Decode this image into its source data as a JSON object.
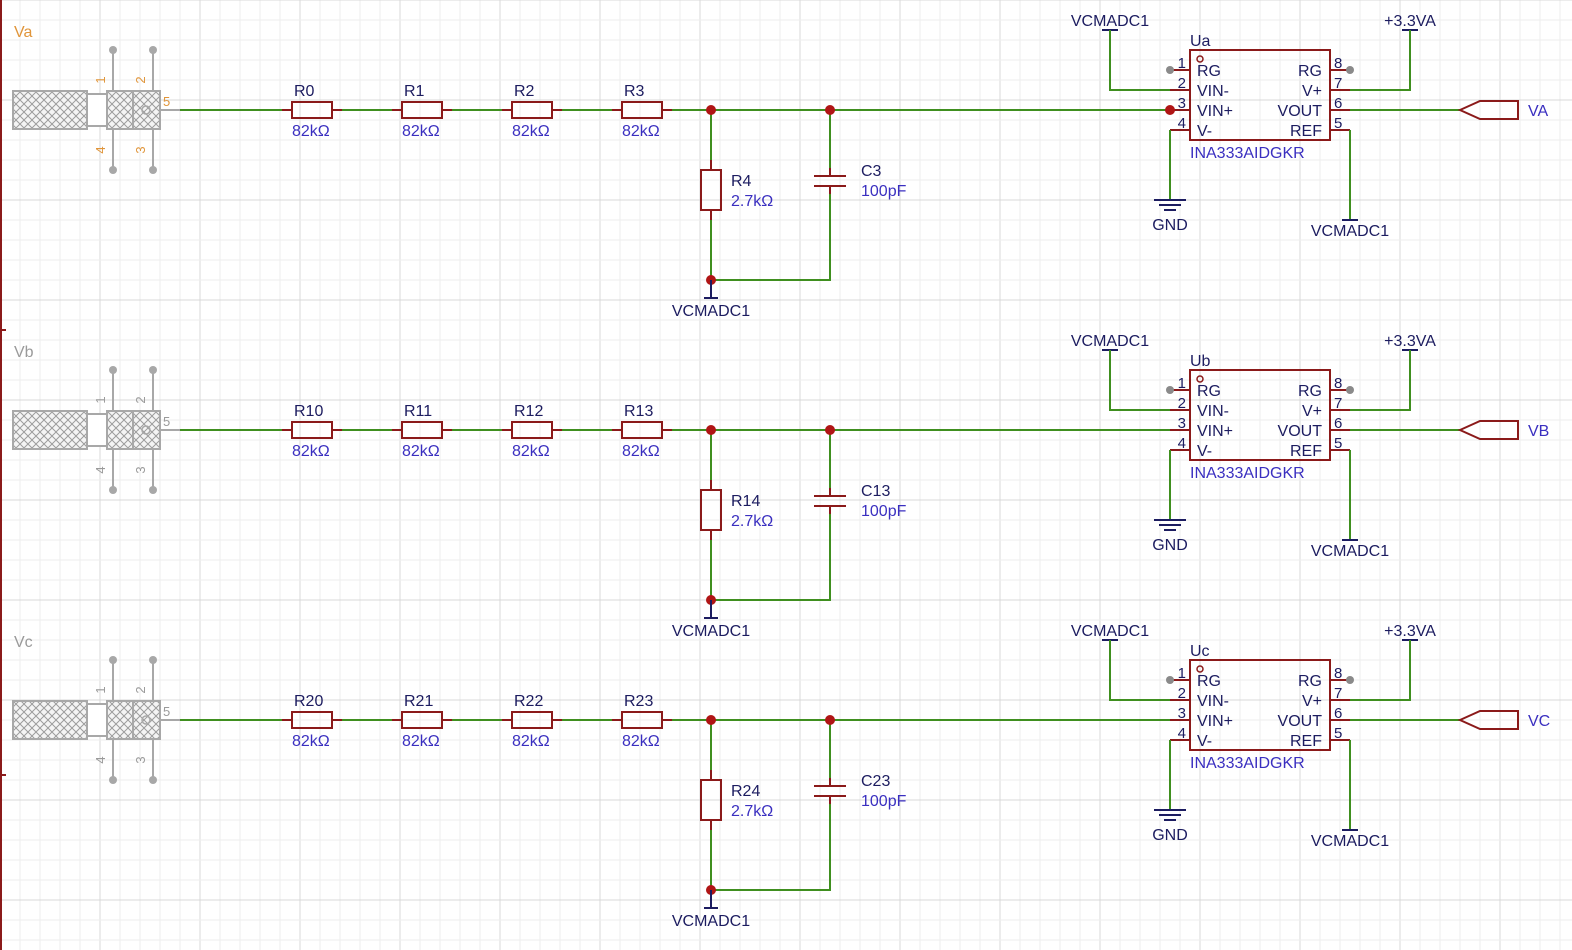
{
  "colors": {
    "wire": "#3f8f1f",
    "component": "#8b1a1a",
    "designator": "#1c1c60",
    "value": "#3a2fc0",
    "connector_active": "#e0953a",
    "connector_inactive": "#9a9a9a",
    "connector_body": "#a8a8a8",
    "junction": "#b01515",
    "grid_minor": "#eeeeee",
    "grid_major": "#d8d8d8",
    "border": "#8b1a1a"
  },
  "connector_pins": [
    "1",
    "2",
    "3",
    "4",
    "5"
  ],
  "channels": [
    {
      "id": "a",
      "connector_label": "Va",
      "connector_active": true,
      "series_resistors": [
        {
          "designator": "R0",
          "value": "82kΩ"
        },
        {
          "designator": "R1",
          "value": "82kΩ"
        },
        {
          "designator": "R2",
          "value": "82kΩ"
        },
        {
          "designator": "R3",
          "value": "82kΩ"
        }
      ],
      "shunt_resistor": {
        "designator": "R4",
        "value": "2.7kΩ"
      },
      "capacitor": {
        "designator": "C3",
        "value": "100pF"
      },
      "bottom_net": "VCMADC1",
      "amplifier": {
        "designator": "Ua",
        "part": "INA333AIDGKR",
        "pins_left": [
          {
            "num": "1",
            "name": "RG"
          },
          {
            "num": "2",
            "name": "VIN-"
          },
          {
            "num": "3",
            "name": "VIN+"
          },
          {
            "num": "4",
            "name": "V-"
          }
        ],
        "pins_right": [
          {
            "num": "8",
            "name": "RG"
          },
          {
            "num": "7",
            "name": "V+"
          },
          {
            "num": "6",
            "name": "VOUT"
          },
          {
            "num": "5",
            "name": "REF"
          }
        ],
        "vin_minus_net": "VCMADC1",
        "supply_net": "+3.3VA",
        "ground_net": "GND",
        "ref_net": "VCMADC1"
      },
      "output_port": "VA"
    },
    {
      "id": "b",
      "connector_label": "Vb",
      "connector_active": false,
      "series_resistors": [
        {
          "designator": "R10",
          "value": "82kΩ"
        },
        {
          "designator": "R11",
          "value": "82kΩ"
        },
        {
          "designator": "R12",
          "value": "82kΩ"
        },
        {
          "designator": "R13",
          "value": "82kΩ"
        }
      ],
      "shunt_resistor": {
        "designator": "R14",
        "value": "2.7kΩ"
      },
      "capacitor": {
        "designator": "C13",
        "value": "100pF"
      },
      "bottom_net": "VCMADC1",
      "amplifier": {
        "designator": "Ub",
        "part": "INA333AIDGKR",
        "pins_left": [
          {
            "num": "1",
            "name": "RG"
          },
          {
            "num": "2",
            "name": "VIN-"
          },
          {
            "num": "3",
            "name": "VIN+"
          },
          {
            "num": "4",
            "name": "V-"
          }
        ],
        "pins_right": [
          {
            "num": "8",
            "name": "RG"
          },
          {
            "num": "7",
            "name": "V+"
          },
          {
            "num": "6",
            "name": "VOUT"
          },
          {
            "num": "5",
            "name": "REF"
          }
        ],
        "vin_minus_net": "VCMADC1",
        "supply_net": "+3.3VA",
        "ground_net": "GND",
        "ref_net": "VCMADC1"
      },
      "output_port": "VB"
    },
    {
      "id": "c",
      "connector_label": "Vc",
      "connector_active": false,
      "series_resistors": [
        {
          "designator": "R20",
          "value": "82kΩ"
        },
        {
          "designator": "R21",
          "value": "82kΩ"
        },
        {
          "designator": "R22",
          "value": "82kΩ"
        },
        {
          "designator": "R23",
          "value": "82kΩ"
        }
      ],
      "shunt_resistor": {
        "designator": "R24",
        "value": "2.7kΩ"
      },
      "capacitor": {
        "designator": "C23",
        "value": "100pF"
      },
      "bottom_net": "VCMADC1",
      "amplifier": {
        "designator": "Uc",
        "part": "INA333AIDGKR",
        "pins_left": [
          {
            "num": "1",
            "name": "RG"
          },
          {
            "num": "2",
            "name": "VIN-"
          },
          {
            "num": "3",
            "name": "VIN+"
          },
          {
            "num": "4",
            "name": "V-"
          }
        ],
        "pins_right": [
          {
            "num": "8",
            "name": "RG"
          },
          {
            "num": "7",
            "name": "V+"
          },
          {
            "num": "6",
            "name": "VOUT"
          },
          {
            "num": "5",
            "name": "REF"
          }
        ],
        "vin_minus_net": "VCMADC1",
        "supply_net": "+3.3VA",
        "ground_net": "GND",
        "ref_net": "VCMADC1"
      },
      "output_port": "VC"
    }
  ]
}
